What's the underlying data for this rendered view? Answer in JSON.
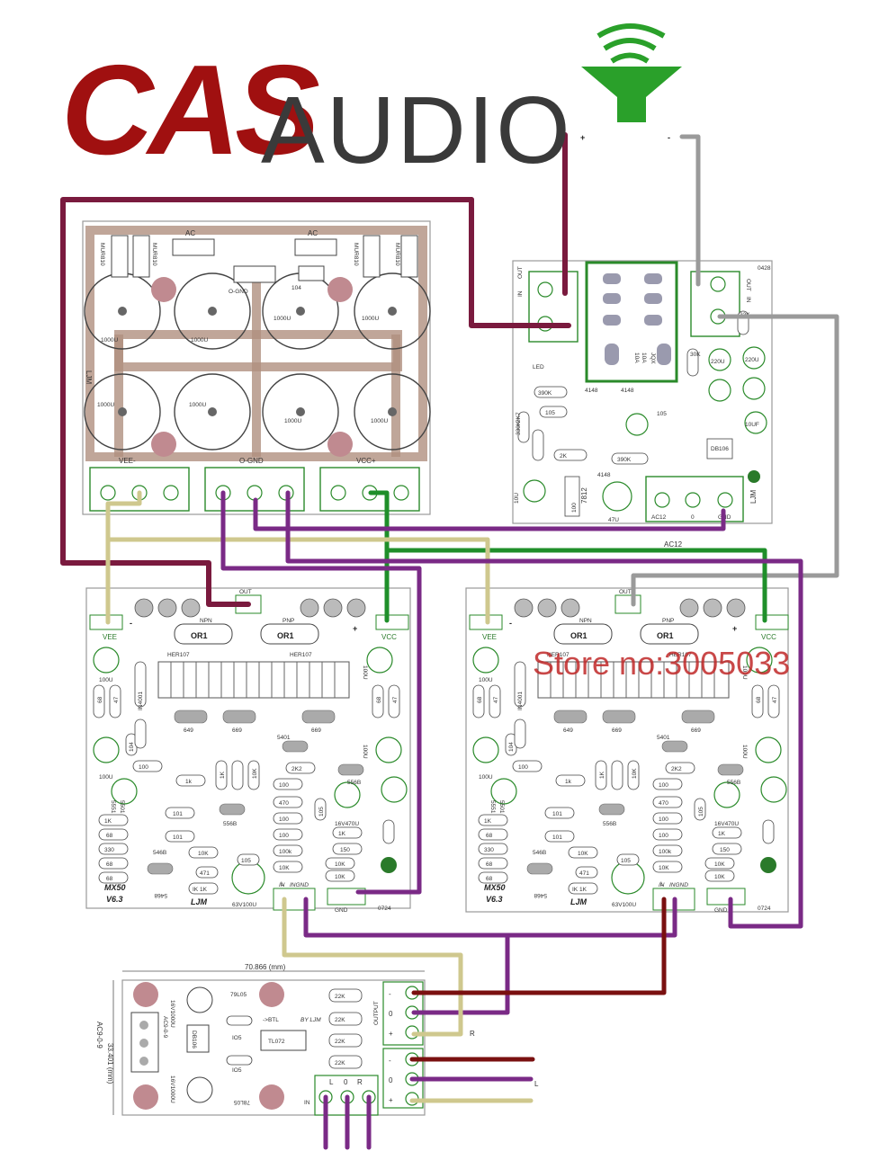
{
  "brand": {
    "cas": "CAS",
    "audio": "AUDIO",
    "speaker_plus": "+",
    "speaker_minus": "-"
  },
  "store_note": "Store no:3005033",
  "colors": {
    "wire_maroon": "#7a1a3e",
    "wire_purple": "#7a2a86",
    "wire_green": "#1f8f2a",
    "wire_khaki": "#cfc88e",
    "wire_gray": "#9a9a9a",
    "wire_darkred": "#7a1010",
    "trace_pcb": "#b09080",
    "pad_green": "#2a8a2a"
  },
  "power_board": {
    "ac_labels": [
      "AC",
      "AC"
    ],
    "diode_labels": [
      "MUR810",
      "MUR810",
      "MUR810",
      "MUR810"
    ],
    "cap_labels": [
      "1000U",
      "1000U",
      "1000U",
      "1000U",
      "1000U",
      "1000U",
      "1000U",
      "1000U"
    ],
    "resistor_label": "104",
    "ogn_label": "O-GND",
    "side_label": "LJM",
    "terminal_labels": [
      "VEE-",
      "O-GND",
      "VCC+"
    ]
  },
  "protection_board": {
    "relay_labels": [
      "10A",
      "10A",
      "JQX"
    ],
    "in_out_labels": [
      "IN",
      "OUT",
      "IN",
      "OUT"
    ],
    "labels": [
      "390K",
      "4148",
      "4148",
      "105",
      "390K",
      "2K",
      "105",
      "4148",
      "7812",
      "100",
      "47U",
      "220U",
      "220U",
      "10UF",
      "330K",
      "DB106",
      "33K",
      "30K",
      "10U",
      "2K7",
      "LED",
      "LJM",
      "0428"
    ],
    "terminal_labels": [
      "AC12",
      "0",
      "GND"
    ],
    "caption": "AC12"
  },
  "amp_board": {
    "top_labels": [
      "OUT",
      "NPN",
      "PNP",
      "VEE",
      "VCC",
      "-",
      "+"
    ],
    "or_labels": [
      "OR1",
      "OR1"
    ],
    "heri_labels": [
      "HER107",
      "HER107"
    ],
    "transistor_labels": [
      "649",
      "669",
      "669",
      "5401",
      "556B",
      "556B",
      "546B",
      "5468"
    ],
    "labels": [
      "100U",
      "100U",
      "100U",
      "100U",
      "68",
      "47",
      "68",
      "47",
      "100",
      "1k",
      "1K",
      "10K",
      "2K2",
      "100",
      "470",
      "100",
      "100",
      "105",
      "1K",
      "1K",
      "68",
      "330",
      "68",
      "68",
      "IK",
      "10K",
      "10K",
      "1K",
      "150",
      "100k",
      "10K",
      "10K",
      "L",
      "471",
      "105",
      "101",
      "101",
      "104",
      "IN4001",
      "16V470U",
      "63V100U",
      "5551",
      "5501"
    ],
    "model": "MX50",
    "version": "V6.3",
    "maker": "LJM",
    "code": "0724",
    "input_labels": [
      "IN",
      "INGND"
    ],
    "gnd_label": "GND"
  },
  "preamp_board": {
    "dimension_w": "70.866 (mm)",
    "dimension_h": "33.401 (mm)",
    "labels": [
      "16V1000U",
      "16V1000U",
      "79L05",
      "78L05",
      "22K",
      "22K",
      "22K",
      "22K",
      "TL072",
      "IO5",
      "IO5",
      "DB106",
      "AC9-0-9",
      "->BTL",
      "BY LJM",
      "OUTPUT",
      "IN"
    ],
    "input_labels": [
      "L",
      "0",
      "R"
    ],
    "output_labels": [
      "-",
      "0",
      "+",
      "-",
      "0",
      "+"
    ],
    "channel_r": "R",
    "channel_l": "L",
    "side_label": "AC9-0-9"
  }
}
